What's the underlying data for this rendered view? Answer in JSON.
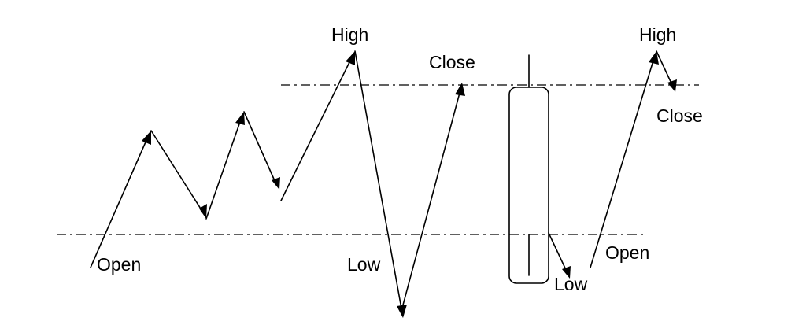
{
  "diagram": {
    "left": {
      "open_label": "Open",
      "high_label": "High",
      "low_label": "Low",
      "close_label": "Close"
    },
    "right": {
      "open_label": "Open",
      "high_label": "High",
      "low_label": "Low",
      "close_label": "Close"
    },
    "colors": {
      "stroke": "#000000",
      "background": "#ffffff"
    }
  }
}
